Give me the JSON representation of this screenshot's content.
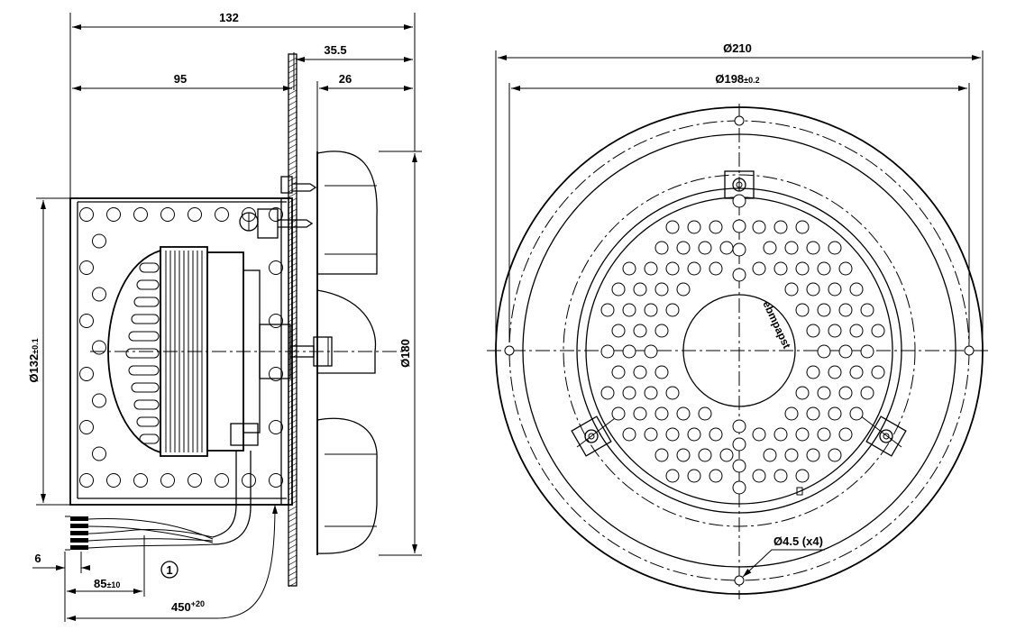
{
  "side_view": {
    "dim_overall_length": "132",
    "dim_motor_length": "95",
    "dim_flange_offset": "35.5",
    "dim_impeller_depth": "26",
    "dim_motor_diameter": "Ø132",
    "dim_motor_diameter_tol": "±0.1",
    "dim_impeller_diameter": "Ø180",
    "dim_wire_strip": "6",
    "dim_wire_lead": "85",
    "dim_wire_lead_tol": "±10",
    "dim_cable_length": "450",
    "dim_cable_length_tol": "+20",
    "callout_marker": "1"
  },
  "front_view": {
    "dim_outer_diameter": "Ø210",
    "dim_bolt_circle": "Ø198",
    "dim_bolt_circle_tol": "±0.2",
    "dim_mount_holes": "Ø4.5 (x4)",
    "brand_label": "ebmpapst"
  }
}
